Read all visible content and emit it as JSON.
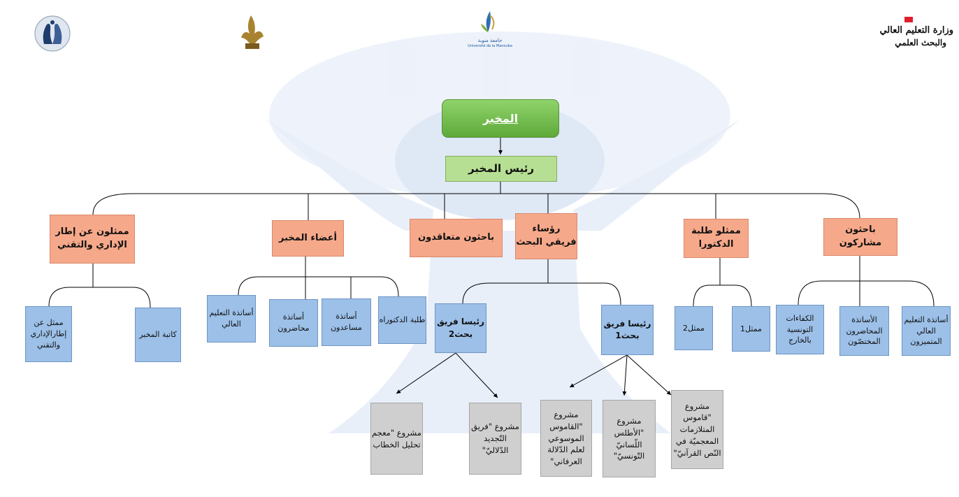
{
  "logos": {
    "ministry_line1": "وزارة التعليم العالي",
    "ministry_line2": "والبحث العلمي",
    "university_ar": "جامعة منوبة",
    "university_fr": "Université de la Manouba"
  },
  "root": "المخبر",
  "head": "رئيس المخبر",
  "groups": {
    "admin_rep": "ممثلون عن إطار الإداري والتقني",
    "members": "أعضاء المخبر",
    "contract": "باحثون متعاقدون",
    "team_leaders": "رؤساء فريقي البحث",
    "doctoral_reps": "ممثلو طلبة الدكتورا",
    "participants": "باحثون مشاركون"
  },
  "admin_children": {
    "rep": "ممثل عن إطارالإداري والتقني",
    "secretary": "كاتبة المخبر"
  },
  "member_children": {
    "higher_ed": "أساتذة التعليم العالي",
    "lecturers": "أساتذة محاضرون",
    "assistants": "أساتذة مساعدون",
    "phd": "طلبة الدكتوراه"
  },
  "teams": {
    "team2": "رئيسا فريق بحث2",
    "team1": "رئيسا فريق بحث1"
  },
  "doctoral_children": {
    "rep2": "ممثل2",
    "rep1": "ممثل1"
  },
  "participant_children": {
    "abroad": "الكفاءات التونسية بالخارج",
    "specialists": "الأساتذة المحاضرون المختصّون",
    "distinguished": "أساتذة التعليم العالي المتميزون"
  },
  "projects": {
    "p_discourse": "مشروع \"معجم تحليل الخطاب",
    "p_renewal": "مشروع \"فريق التّجديد الدّلاليّ\"",
    "p_encyclopedic": "مشروع \"القاموس الموسوعي لعلم الدّلالة العرفاني\"",
    "p_atlas": "مشروع \"الأطلس اللّسانيّ التّونسيّ\"",
    "p_collocations": "مشروع \"قاموس المتلازمات المعجميّة في النّص القرآنيّ\""
  }
}
